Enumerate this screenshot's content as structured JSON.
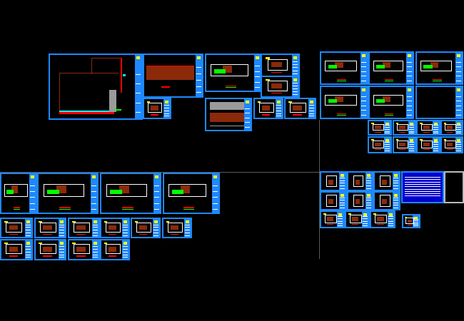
{
  "drawing": {
    "colors": {
      "frame": "#1e88ff",
      "title_block_accent": "#ffff00",
      "wall": "#ff0000",
      "fill": "#8b2a0a",
      "green": "#00ff00",
      "cyan": "#00ffff",
      "white": "#ffffff",
      "grey": "#9a9a9a",
      "guide": "#5a5a5a"
    },
    "sheet_types": [
      "site-plan",
      "elevation",
      "floor-plan",
      "detail",
      "section",
      "table"
    ]
  }
}
